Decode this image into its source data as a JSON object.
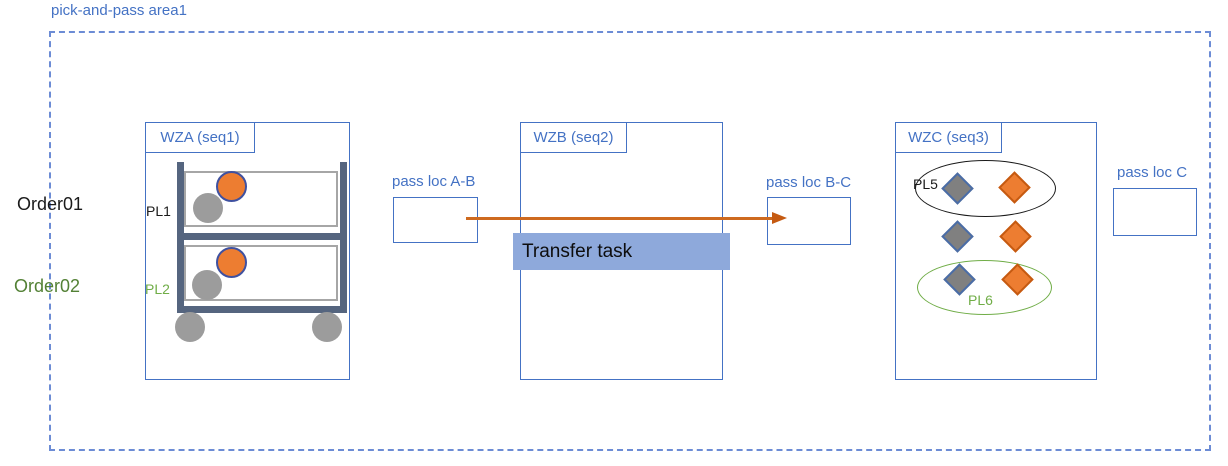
{
  "title": "pick-and-pass area1",
  "orders": [
    {
      "label": "Order01",
      "color": "#1a1a1a"
    },
    {
      "label": "Order02",
      "color": "#538135"
    }
  ],
  "zones": [
    {
      "label": "WZA (seq1)",
      "shelf": {
        "levels": [
          {
            "label": "PL1",
            "label_color": "#1a1a1a",
            "items": [
              "gray-circle",
              "orange-circle"
            ]
          },
          {
            "label": "PL2",
            "label_color": "#70AD47",
            "items": [
              "gray-circle",
              "orange-circle"
            ]
          }
        ],
        "wheels": 2
      }
    },
    {
      "label": "WZB (seq2)"
    },
    {
      "label": "WZC (seq3)",
      "rows": [
        {
          "label": "PL5",
          "ring_color": "#1a1a1a",
          "items": [
            "gray-diamond",
            "orange-diamond"
          ]
        },
        {
          "items": [
            "gray-diamond",
            "orange-diamond"
          ]
        },
        {
          "label": "PL6",
          "ring_color": "#70AD47",
          "items": [
            "gray-diamond",
            "orange-diamond"
          ]
        }
      ]
    }
  ],
  "pass_locations": [
    {
      "label": "pass loc A-B"
    },
    {
      "label": "pass loc B-C"
    },
    {
      "label": "pass loc C"
    }
  ],
  "transfer_task": {
    "label": "Transfer task",
    "fill": "#8EA9DB"
  },
  "colors": {
    "accent_blue": "#4472C4",
    "dashed_border": "#6C8CD5",
    "orange_item": "#ED7D31",
    "gray_item": "#9C9C9C",
    "diamond_gray": "#808080",
    "green": "#70AD47",
    "shelf_frame": "#55657F",
    "arrow_line": "#CE6A1F",
    "arrow_head": "#C55A11",
    "transfer_fill": "#8EA9DB"
  }
}
